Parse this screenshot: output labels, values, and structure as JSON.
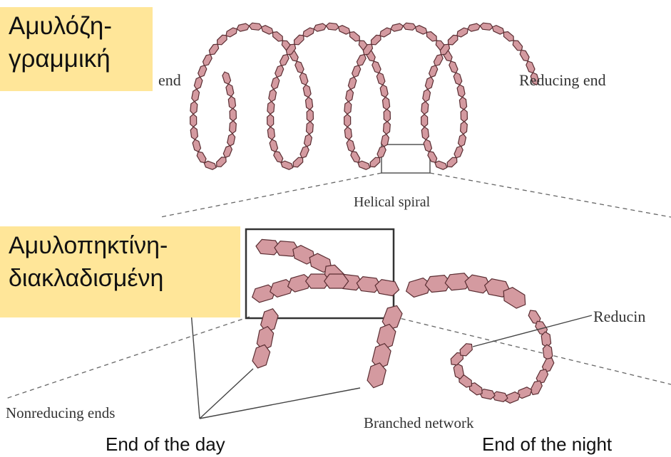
{
  "callouts": {
    "amylose": {
      "line1": "Αμυλόζη-",
      "line2": "γραμμική"
    },
    "amylopectin": {
      "line1": "Αμυλοπηκτίνη-",
      "line2": "διακλαδισμένη"
    }
  },
  "labels": {
    "nonreducing_end_top": "end",
    "reducing_end_top": "Reducing end",
    "helical_spiral": "Helical spiral",
    "reducing_end_bottom": "Reducin",
    "nonreducing_ends": "Nonreducing ends",
    "branched_network": "Branched network"
  },
  "captions": {
    "day": "End of the day",
    "night": "End of the night"
  },
  "colors": {
    "glucose_fill": "#d49aa0",
    "glucose_stroke": "#5a2d32",
    "callout_fill": "#ffe699",
    "label_text": "#333333"
  }
}
